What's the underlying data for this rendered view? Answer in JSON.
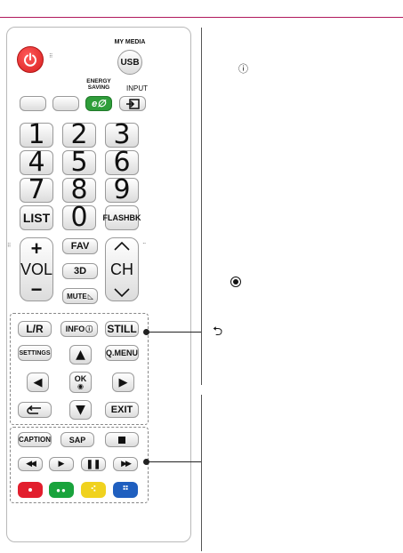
{
  "remote": {
    "power_icon": "power-icon",
    "my_media_label": "MY MEDIA",
    "usb_label": "USB",
    "energy_saving_label": "ENERGY SAVING",
    "energy_saving_icon_text": "e∅",
    "input_label": "INPUT",
    "number_keys": [
      "1",
      "2",
      "3",
      "4",
      "5",
      "6",
      "7",
      "8",
      "9"
    ],
    "list_label": "LIST",
    "zero_label": "0",
    "flashbk_label": "FLASHBK",
    "vol_plus": "+",
    "vol_label": "VOL",
    "vol_minus": "−",
    "fav_label": "FAV",
    "threed_label": "3D",
    "mute_label": "MUTE",
    "ch_label": "CH",
    "lr_label": "L/R",
    "info_label": "INFO",
    "still_label": "STILL",
    "settings_label": "SETTINGS",
    "qmenu_label": "Q.MENU",
    "ok_label": "OK",
    "exit_label": "EXIT",
    "caption_label": "CAPTION",
    "sap_label": "SAP",
    "color_keys": [
      "#e21e2d",
      "#19a33c",
      "#f0d21e",
      "#1f5fbf"
    ]
  },
  "annotations": {
    "info_symbol": "ⓘ",
    "back_symbol": "⮌"
  }
}
